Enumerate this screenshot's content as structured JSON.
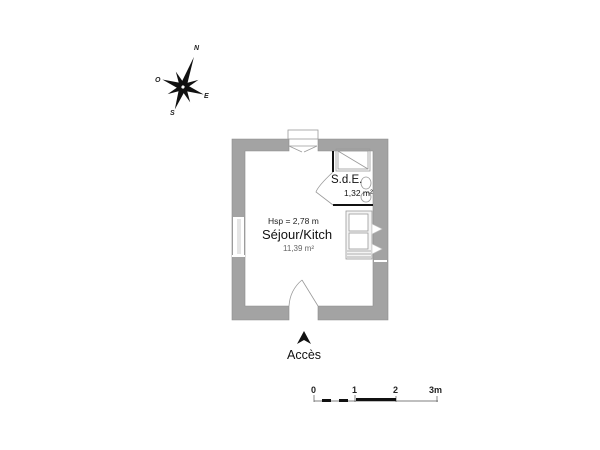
{
  "compass": {
    "north": "N",
    "west": "O",
    "east": "E",
    "south": "S"
  },
  "rooms": {
    "main": {
      "ceiling_height": "Hsp = 2,78 m",
      "name": "Séjour/Kitch",
      "area": "11,39 m²"
    },
    "bathroom": {
      "name": "S.d.E.",
      "area": "1,32 m²"
    }
  },
  "entrance": {
    "label": "Accès"
  },
  "scale_bar": {
    "ticks": [
      "0",
      "1",
      "2",
      "3m"
    ]
  },
  "colors": {
    "wall": "#a3a3a3",
    "wall_edge": "#8c8c8c",
    "fixture_line": "#9a9a9a",
    "partition": "#111111",
    "background": "#ffffff"
  }
}
